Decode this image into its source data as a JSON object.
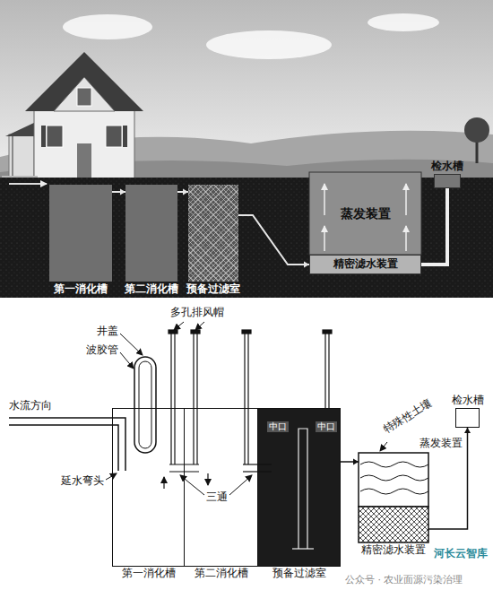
{
  "diagram": {
    "nodes": [
      {
        "text": [
          "第一消化槽"
        ]
      },
      {
        "text": [
          "第二消化槽"
        ]
      },
      {
        "text": [
          "预备过滤室"
        ]
      },
      {
        "text": [
          "蒸发装置"
        ]
      },
      {
        "text": [
          "精密滤水装置"
        ]
      },
      {
        "text": [
          "检水槽"
        ]
      },
      {
        "text": [
          "第一消化槽"
        ]
      },
      {
        "text": [
          "第二消化槽"
        ]
      },
      {
        "text": [
          "预备过滤室"
        ]
      },
      {
        "text": [
          "蒸发装置"
        ]
      },
      {
        "text": [
          "精密滤水装置"
        ]
      },
      {
        "text": [
          "检水槽"
        ]
      }
    ],
    "edges": [
      {
        "from": 0,
        "to": 1,
        "arrow": "to"
      },
      {
        "from": 1,
        "to": 2,
        "arrow": "to"
      },
      {
        "from": 2,
        "to": 4,
        "arrow": "to"
      },
      {
        "from": 4,
        "to": 5,
        "arrow": "none"
      },
      {
        "from": 8,
        "to": 9,
        "arrow": "to"
      },
      {
        "from": 10,
        "to": 11,
        "arrow": "to"
      }
    ],
    "labels": [
      "多孔排风帽",
      "井盖",
      "波胶管",
      "水流方向",
      "延水弯头",
      "三通",
      "中口",
      "中口",
      "特殊性土壤",
      "公众号 · 农业面源污染治理",
      "河长云智库"
    ]
  }
}
